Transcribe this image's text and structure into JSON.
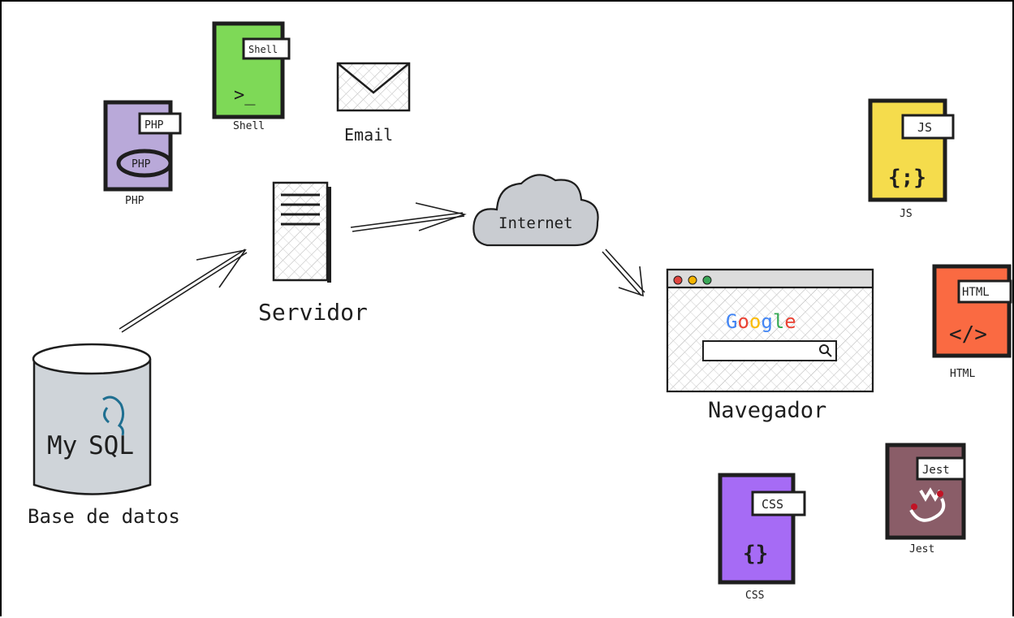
{
  "diagram": {
    "database": {
      "label": "Base de datos",
      "logo_text_a": "My",
      "logo_text_b": "SQL"
    },
    "server": {
      "label": "Servidor"
    },
    "internet": {
      "label": "Internet"
    },
    "browser": {
      "label": "Navegador",
      "logo": "Google"
    },
    "email": {
      "label": "Email"
    },
    "files": {
      "php": {
        "tag": "PHP",
        "badge": "PHP",
        "label": "PHP",
        "color": "#b9a9d9"
      },
      "shell": {
        "tag": "Shell",
        "glyph": ">_",
        "label": "Shell",
        "color": "#7ed957"
      },
      "js": {
        "tag": "JS",
        "glyph": "{;}",
        "label": "JS",
        "color": "#f5dc4c"
      },
      "html": {
        "tag": "HTML",
        "glyph": "</>",
        "label": "HTML",
        "color": "#fa6a42"
      },
      "css": {
        "tag": "CSS",
        "glyph": "{}",
        "label": "CSS",
        "color": "#a66bf5"
      },
      "jest": {
        "tag": "Jest",
        "label": "Jest",
        "color": "#8a5d68"
      }
    },
    "colors": {
      "database": "#cfd4d9",
      "cloud": "#c9ccd1",
      "mysql_blue": "#1f6f91",
      "mysql_orange": "#f29111",
      "window_bar": "#dcdcdc"
    }
  }
}
